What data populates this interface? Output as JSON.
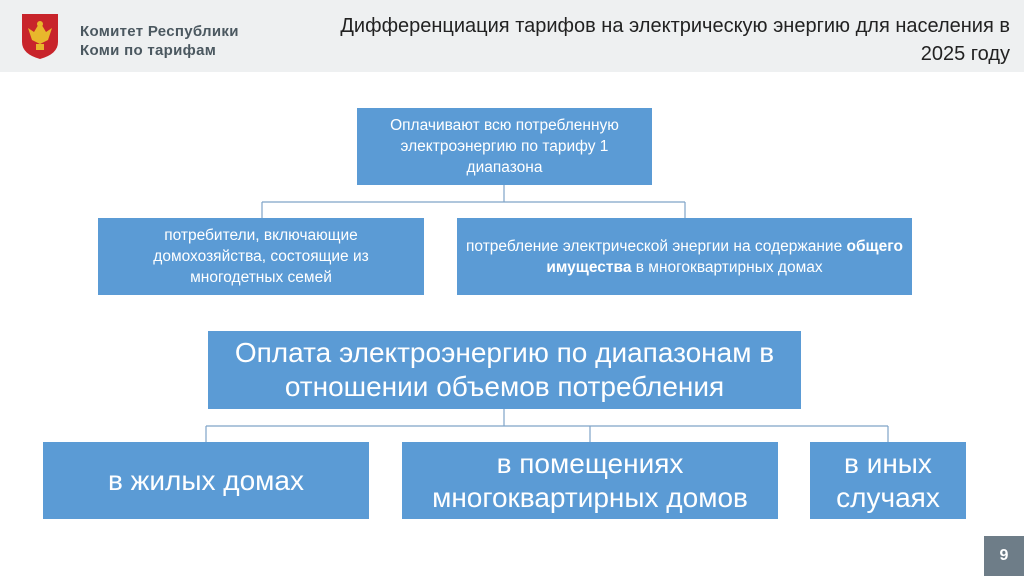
{
  "header": {
    "org_line1": "Комитет Республики",
    "org_line2": "Коми по тарифам",
    "title_line1": "Дифференциация тарифов на электрическую энергию для населения в",
    "title_line2": "2025 году"
  },
  "top": {
    "root": "Оплачивают всю потребленную электроэнергию по тарифу 1 диапазона",
    "left": "потребители, включающие домохозяйства, состоящие из многодетных семей",
    "right_pre": "потребление электрической энергии на содержание ",
    "right_bold": "общего имущества",
    "right_post": " в многоквартирных домах"
  },
  "bottom": {
    "root": "Оплата электроэнергию по диапазонам в отношении объемов потребления",
    "child1": "в жилых домах",
    "child2": "в помещениях многоквартирных домов",
    "child3": "в иных случаях"
  },
  "page_number": "9",
  "colors": {
    "box_fill": "#5b9bd5",
    "connector": "#7fa3c8",
    "emblem_red": "#c8242b",
    "emblem_gold": "#e8b72c"
  }
}
